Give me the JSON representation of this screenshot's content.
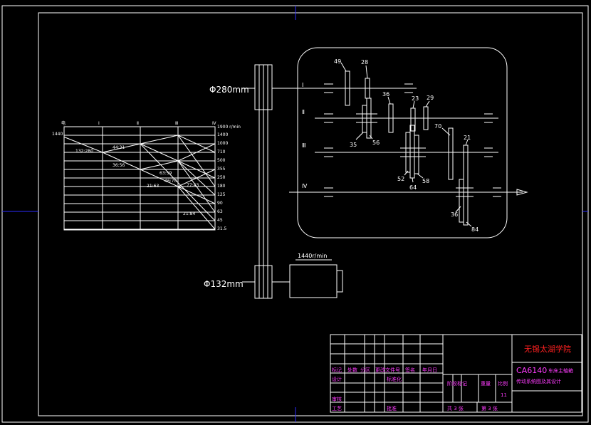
{
  "colors": {
    "background": "#000000",
    "line": "#ffffff",
    "border_blue": "#2b2bff",
    "title_red": "#ff2020",
    "annot_magenta": "#ff3cff",
    "axis_red": "#ff2020"
  },
  "pulleys": {
    "large": "Φ280mm",
    "small": "Φ132mm",
    "motor_speed": "1440r/min"
  },
  "gearbox": {
    "shafts": [
      "Ⅰ",
      "Ⅱ",
      "Ⅲ",
      "Ⅳ"
    ],
    "gear_labels": [
      "49",
      "28",
      "36",
      "23",
      "29",
      "35",
      "56",
      "70",
      "21",
      "52",
      "64",
      "58",
      "36",
      "84"
    ]
  },
  "speed_chart": {
    "shaft_headers": [
      "电",
      "Ⅰ",
      "Ⅱ",
      "Ⅲ",
      "Ⅳ"
    ],
    "input_speed": "1440",
    "speeds": [
      "1900 r/min",
      "1400",
      "1000",
      "710",
      "500",
      "355",
      "250",
      "180",
      "125",
      "90",
      "63",
      "45",
      "31.5"
    ],
    "ratios": [
      "132:280",
      "44:31",
      "36:56",
      "63:59",
      "21:63",
      "46:70",
      "77:43",
      "21:84"
    ]
  },
  "title_block": {
    "school": "无锡太湖学院",
    "drawing_code": "CA6140",
    "drawing_name_1": "车床主轴箱",
    "drawing_name_2": "传动系统图及其设计",
    "table_headers": [
      "标记",
      "处数",
      "分区",
      "更改文件号",
      "签名",
      "年月日"
    ],
    "row_design": [
      "设计",
      "标准化"
    ],
    "labels_stage": [
      "阶段标记",
      "重量",
      "比例"
    ],
    "scale": "11",
    "row_review": [
      "审核"
    ],
    "row_process": [
      "工艺",
      "批准"
    ],
    "sheets": "共 3 张",
    "sheet_no": "第 3 张"
  }
}
